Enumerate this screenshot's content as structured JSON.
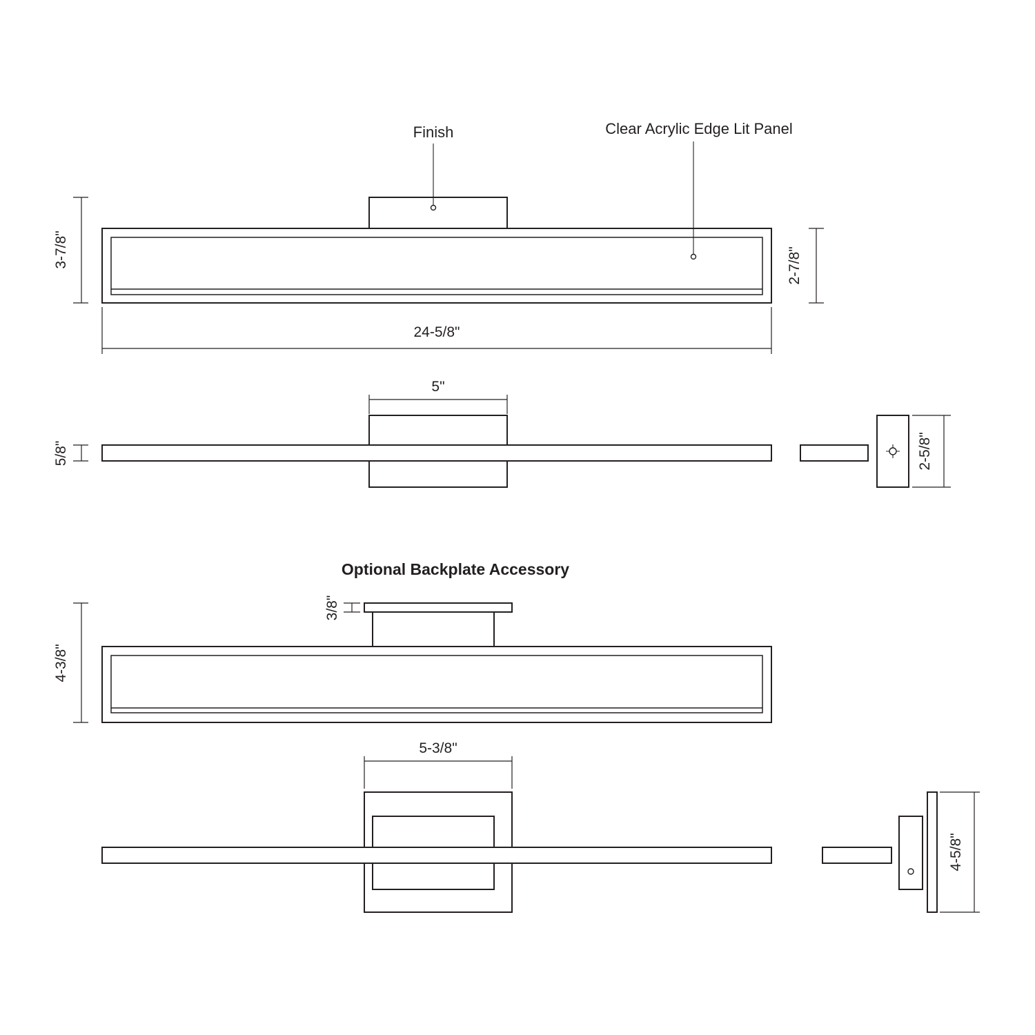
{
  "heading": "Optional Backplate Accessory",
  "callouts": {
    "finish": "Finish",
    "panel": "Clear Acrylic Edge Lit Panel"
  },
  "standard": {
    "overall_height": "3-7/8\"",
    "body_height": "2-7/8\"",
    "overall_width": "24-5/8\"",
    "canopy_width": "5\"",
    "bar_depth": "5/8\"",
    "canopy_height": "2-5/8\""
  },
  "accessory": {
    "backplate_thickness": "3/8\"",
    "overall_height": "4-3/8\"",
    "backplate_width": "5-3/8\"",
    "backplate_height": "4-5/8\""
  }
}
